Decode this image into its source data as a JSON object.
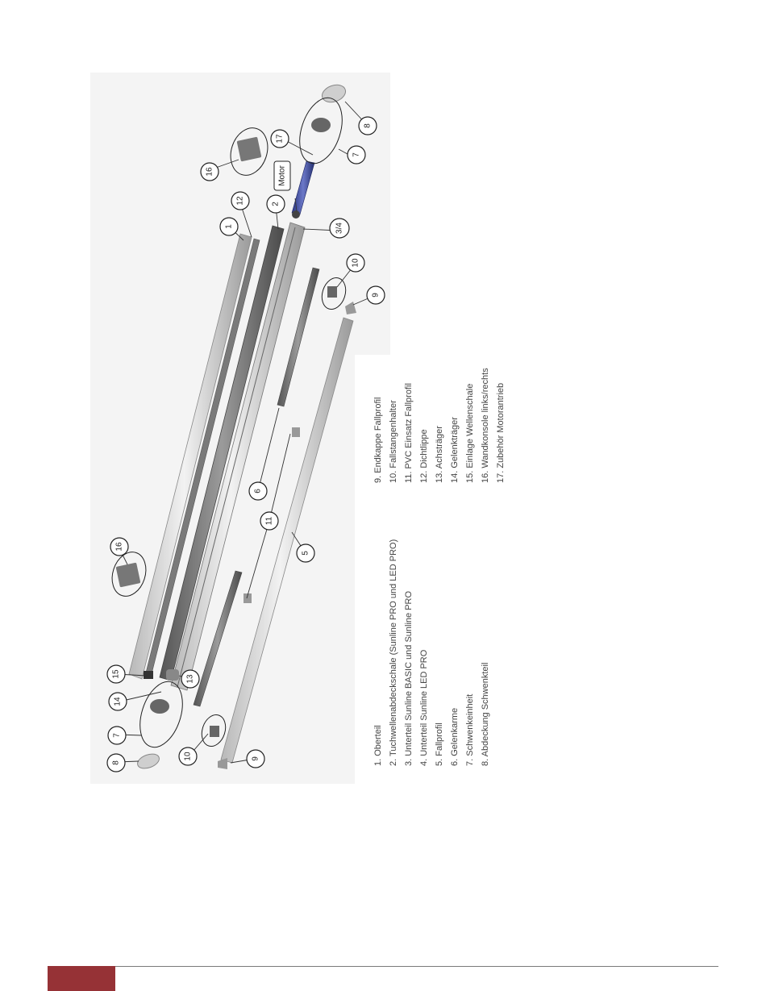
{
  "diagram": {
    "callouts": {
      "c1": "1",
      "c2": "2",
      "c34": "3/4",
      "c5": "5",
      "c6": "6",
      "c7a": "7",
      "c7b": "7",
      "c8a": "8",
      "c8b": "8",
      "c9a": "9",
      "c9b": "9",
      "c10a": "10",
      "c10b": "10",
      "c11": "11",
      "c12": "12",
      "c13": "13",
      "c14": "14",
      "c15": "15",
      "c16a": "16",
      "c16b": "16",
      "c17": "17",
      "motor": "Motor"
    },
    "legend": {
      "col1": [
        "1. Oberteil",
        "2. Tuchwellenabdeckschale (Sunline PRO und LED PRO)",
        "3. Unterteil Sunline BASIC und Sunline PRO",
        "4. Unterteil Sunline LED PRO",
        "5. Fallprofil",
        "6. Gelenkarme",
        "7. Schwenkeinheit",
        "8. Abdeckung Schwenkteil"
      ],
      "col2": [
        "9. Endkappe Fallprofil",
        "10. Fallstangenhalter",
        "11. PVC Einsatz Fallprofil",
        "12. Dichtlippe",
        "13. Achsträger",
        "14. Gelenkträger",
        "15. Einlage Wellenschale",
        "16. Wandkonsole links/rechts",
        "17. Zubehör Motorantrieb"
      ]
    }
  },
  "colors": {
    "footer_block": "#963236",
    "footer_rule": "#7a7a7a",
    "motor_tube": "#3c4a9a"
  }
}
